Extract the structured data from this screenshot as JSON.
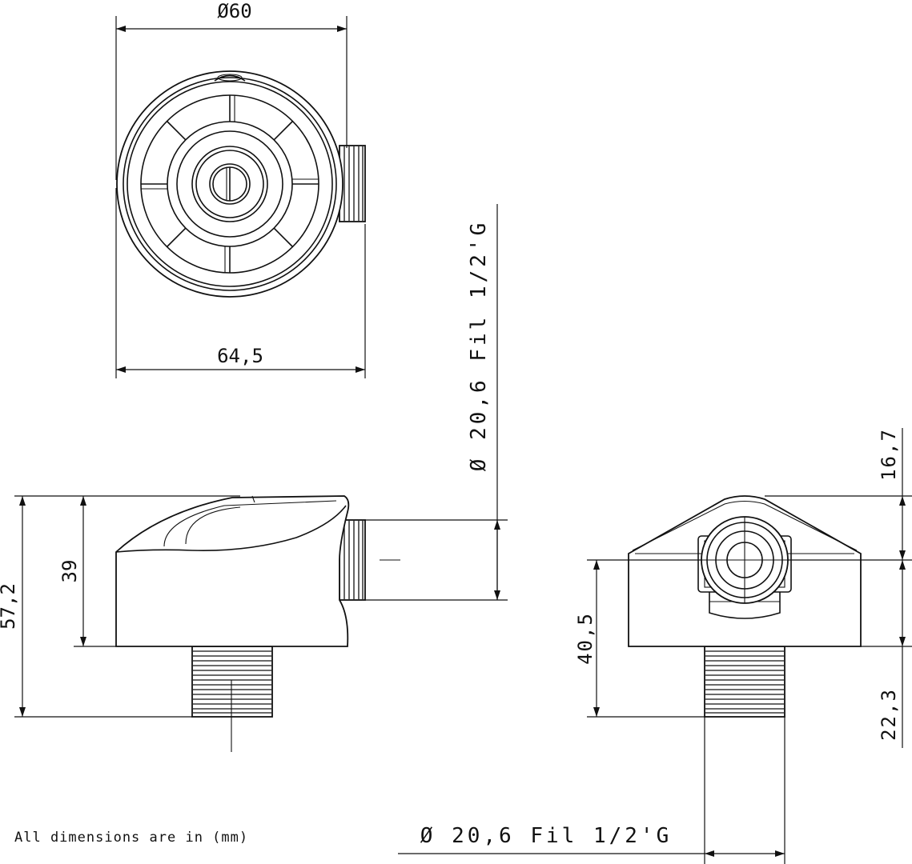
{
  "dimensions": {
    "top_diameter": "Ø60",
    "top_width": "64,5",
    "thread_vertical": "Ø 20,6 Fil 1/2'G",
    "thread_horizontal": "Ø 20,6 Fil 1/2'G",
    "height_total": "57,2",
    "height_body": "39",
    "height_right_center": "40,5",
    "top_offset": "16,7",
    "bottom_offset": "22,3"
  },
  "note": "All dimensions are in (mm)"
}
